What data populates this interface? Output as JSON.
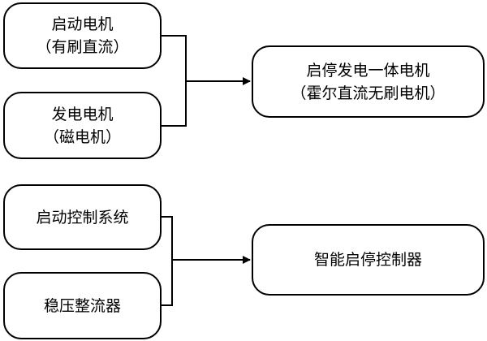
{
  "diagram": {
    "nodes": {
      "start_motor": {
        "line1": "启动电机",
        "line2": "（有刷直流）"
      },
      "generator_motor": {
        "line1": "发电电机",
        "line2": "（磁电机）"
      },
      "integrated_motor": {
        "line1": "启停发电一体电机",
        "line2": "（霍尔直流无刷电机）"
      },
      "start_control_system": {
        "line1": "启动控制系统"
      },
      "voltage_rectifier": {
        "line1": "稳压整流器"
      },
      "smart_start_stop_controller": {
        "line1": "智能启停控制器"
      }
    },
    "edges": [
      {
        "from": [
          "start_motor",
          "generator_motor"
        ],
        "to": "integrated_motor"
      },
      {
        "from": [
          "start_control_system",
          "voltage_rectifier"
        ],
        "to": "smart_start_stop_controller"
      }
    ],
    "colors": {
      "stroke": "#000000",
      "background": "#ffffff"
    }
  }
}
